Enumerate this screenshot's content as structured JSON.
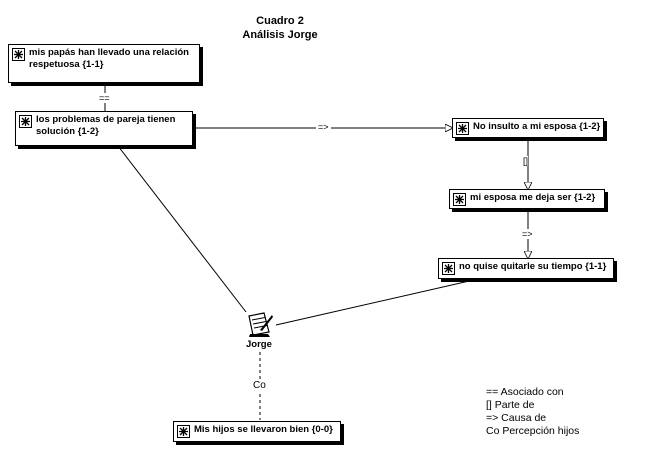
{
  "title": {
    "line1": "Cuadro 2",
    "line2": "Análisis Jorge"
  },
  "nodes": [
    {
      "id": "n1",
      "text": "mis papás han llevado una relación respetuosa {1-1}"
    },
    {
      "id": "n2",
      "text": "los problemas de pareja tienen solución {1-2}"
    },
    {
      "id": "n3",
      "text": "No insulto a mi esposa {1-2}"
    },
    {
      "id": "n4",
      "text": "mi esposa me deja ser {1-2}"
    },
    {
      "id": "n5",
      "text": "no quise quitarle su tiempo {1-1}"
    },
    {
      "id": "n6",
      "text": "Mis hijos se llevaron bien {0-0}"
    }
  ],
  "document": {
    "label": "Jorge",
    "icon": "document-pencil-icon"
  },
  "node_icon": "quote-node-icon",
  "relations": {
    "r1": "==",
    "r2": "=>",
    "r3": "[]",
    "r4": "=>",
    "r5": "Co"
  },
  "legend": [
    "== Asociado con",
    "[] Parte de",
    "=> Causa de",
    "Co Percepción hijos"
  ]
}
